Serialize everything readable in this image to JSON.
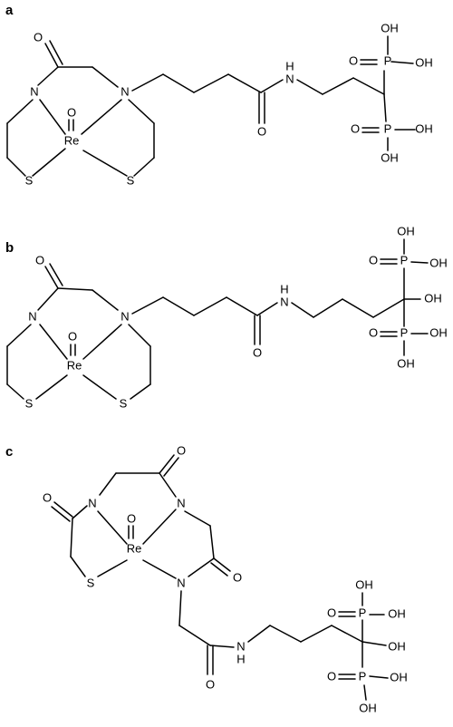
{
  "panels": {
    "a": {
      "label": "a",
      "atoms": {
        "o_carbonyl": "O",
        "n1": "N",
        "n2": "N",
        "re": "Re",
        "o_re": "O",
        "s1": "S",
        "s2": "S",
        "o_amide": "O",
        "nh_n": "N",
        "nh_h": "H",
        "p1": "P",
        "p1_o": "O",
        "p1_oh1": "OH",
        "p1_oh2": "OH",
        "p2": "P",
        "p2_o": "O",
        "p2_oh1": "OH",
        "p2_oh2": "OH"
      }
    },
    "b": {
      "label": "b",
      "atoms": {
        "o_carbonyl": "O",
        "n1": "N",
        "n2": "N",
        "re": "Re",
        "o_re": "O",
        "s1": "S",
        "s2": "S",
        "o_amide": "O",
        "nh_n": "N",
        "nh_h": "H",
        "c_oh": "OH",
        "p1": "P",
        "p1_o": "O",
        "p1_oh1": "OH",
        "p1_oh2": "OH",
        "p2": "P",
        "p2_o": "O",
        "p2_oh1": "OH",
        "p2_oh2": "OH"
      }
    },
    "c": {
      "label": "c",
      "atoms": {
        "o_top": "O",
        "o_left": "O",
        "o_right": "O",
        "o_amide": "O",
        "n_left": "N",
        "n_right": "N",
        "n_bottom": "N",
        "re": "Re",
        "o_re": "O",
        "s": "S",
        "nh_n": "N",
        "nh_h": "H",
        "c_oh": "OH",
        "p1": "P",
        "p1_o": "O",
        "p1_oh1": "OH",
        "p1_oh2": "OH",
        "p2": "P",
        "p2_o": "O",
        "p2_oh1": "OH",
        "p2_oh2": "OH"
      }
    }
  }
}
